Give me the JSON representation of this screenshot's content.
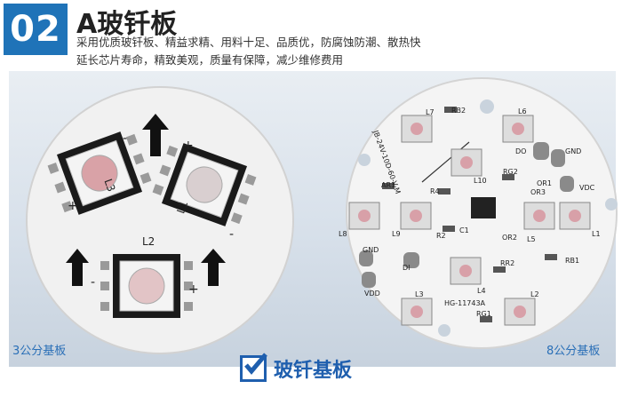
{
  "header": {
    "badge": "02",
    "title": "A玻钎板",
    "desc_line1": "采用优质玻钎板、精益求精、用料十足、品质优，防腐蚀防潮、散热快",
    "desc_line2": "延长芯片寿命，精致美观，质量有保障，减少维修费用"
  },
  "board_left": {
    "size_label": "3公分基板",
    "silk": [
      "L1",
      "L2",
      "L3",
      "+",
      "-",
      "+",
      "-",
      "+",
      "-"
    ]
  },
  "board_right": {
    "size_label": "8公分基板",
    "silk": [
      "JB-24V-10D-60-V-M",
      "L7",
      "RB2",
      "L6",
      "DO",
      "GND",
      "RG2",
      "OR1",
      "OR3",
      "AR1",
      "VDC",
      "L10",
      "R4",
      "L8",
      "L9",
      "R2",
      "C1",
      "OR2",
      "L5",
      "L1",
      "GND",
      "RB1",
      "DI",
      "VDD",
      "RR2",
      "L3",
      "L4",
      "L2",
      "HG-11743A",
      "RG1"
    ]
  },
  "caption": {
    "text": "玻钎基板",
    "icon": "checkbox-checked-icon"
  },
  "colors": {
    "accent": "#1f73b8",
    "label_blue": "#2a6fb7"
  }
}
